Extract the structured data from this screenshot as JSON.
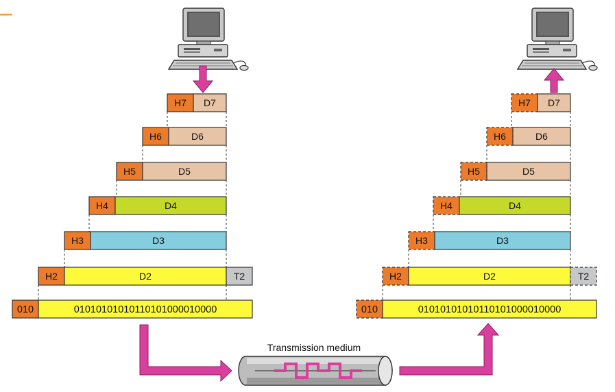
{
  "colors": {
    "header": "#ec7b2b",
    "d7": "#e8c4a6",
    "d6": "#e8c4a6",
    "d5": "#e8c4a6",
    "d4": "#c5d92a",
    "d3": "#86cde0",
    "d2": "#fdfa3a",
    "trailer": "#c6c7c9",
    "bits": "#fdfa3a",
    "arrow": "#d9409e",
    "arrow_edge": "#8a1a5c",
    "outline": "#333333"
  },
  "layers": [
    {
      "header": "H7",
      "data": "D7"
    },
    {
      "header": "H6",
      "data": "D6"
    },
    {
      "header": "H5",
      "data": "D5"
    },
    {
      "header": "H4",
      "data": "D4"
    },
    {
      "header": "H3",
      "data": "D3"
    },
    {
      "header": "H2",
      "data": "D2",
      "trailer": "T2"
    }
  ],
  "physical": {
    "header": "010",
    "bits": "01010101010110101000010000"
  },
  "medium": {
    "label": "Transmission medium"
  },
  "icons": [
    "computer-icon",
    "transmission-medium-icon"
  ]
}
